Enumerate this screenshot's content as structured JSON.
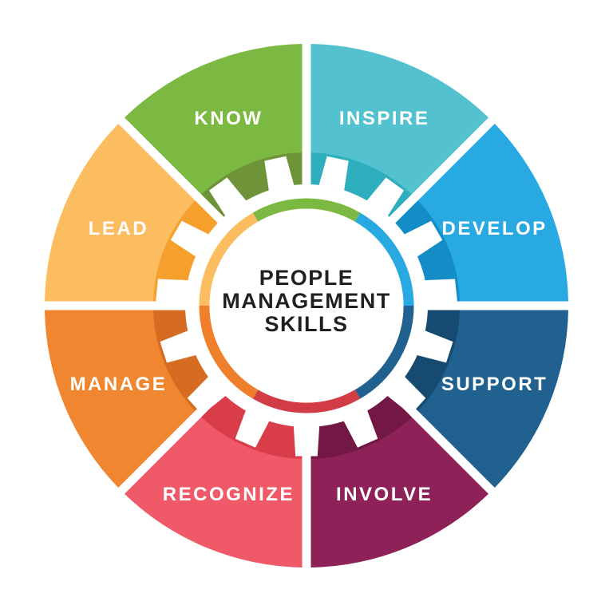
{
  "diagram": {
    "name": "People Management Skills wheel",
    "background": "#ffffff",
    "center": {
      "title_lines": [
        "PEOPLE",
        "MANAGEMENT",
        "SKILLS"
      ],
      "text_color": "#231f20"
    },
    "segments": [
      {
        "label": "INSPIRE",
        "color": "#54c2ce",
        "shade": "#2fafbe",
        "start": 0,
        "end": 45
      },
      {
        "label": "DEVELOP",
        "color": "#29a9e1",
        "shade": "#148dc7",
        "start": 45,
        "end": 90
      },
      {
        "label": "SUPPORT",
        "color": "#20618f",
        "shade": "#174a70",
        "start": 90,
        "end": 135
      },
      {
        "label": "INVOLVE",
        "color": "#8e2158",
        "shade": "#731845",
        "start": 135,
        "end": 180
      },
      {
        "label": "RECOGNIZE",
        "color": "#ef5968",
        "shade": "#da3d4a",
        "start": 180,
        "end": 225
      },
      {
        "label": "MANAGE",
        "color": "#f0862f",
        "shade": "#d66b22",
        "start": 225,
        "end": 270
      },
      {
        "label": "LEAD",
        "color": "#fbbd60",
        "shade": "#f5a02c",
        "start": 270,
        "end": 315
      },
      {
        "label": "KNOW",
        "color": "#7cb942",
        "shade": "#6f9338",
        "start": 315,
        "end": 360
      }
    ],
    "inner_ring_arcs": [
      {
        "color": "#7cb942",
        "start": 330,
        "end": 390
      },
      {
        "color": "#29a9e1",
        "start": 30,
        "end": 90
      },
      {
        "color": "#20618f",
        "start": 90,
        "end": 150
      },
      {
        "color": "#d23c45",
        "start": 150,
        "end": 210
      },
      {
        "color": "#ef7f2a",
        "start": 210,
        "end": 270
      },
      {
        "color": "#fbbd60",
        "start": 270,
        "end": 330
      }
    ],
    "gear_color": "#ffffff"
  }
}
